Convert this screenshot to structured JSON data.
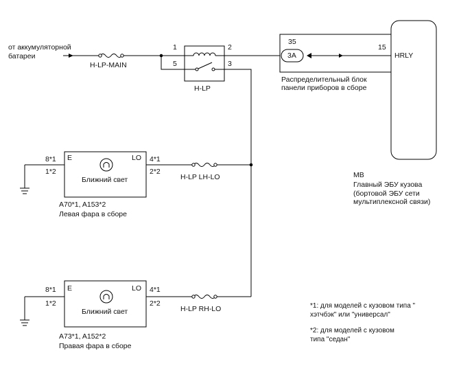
{
  "battery_label_line1": "от аккумуляторной",
  "battery_label_line2": "батареи",
  "fuses": {
    "main": "H-LP-MAIN",
    "lh": "H-LP LH-LO",
    "rh": "H-LP RH-LO"
  },
  "relay": {
    "name": "H-LP",
    "pin1": "1",
    "pin2": "2",
    "pin3": "3",
    "pin5": "5"
  },
  "junction_block": {
    "pin35": "35",
    "connector": "3A",
    "caption_line1": "Распределительный блок",
    "caption_line2": "панели приборов в сборе"
  },
  "ecu": {
    "pin15": "15",
    "signal": "HRLY",
    "code": "MB",
    "caption": "Главный ЭБУ кузова\n(бортовой ЭБУ сети\nмультиплексной связи)"
  },
  "left_headlight": {
    "e_label": "E",
    "lo_label": "LO",
    "pin_e1": "8*1",
    "pin_e2": "1*2",
    "pin_lo1": "4*1",
    "pin_lo2": "2*2",
    "bulb_label": "Ближний свет",
    "code": "A70*1, A153*2",
    "caption": "Левая фара в сборе"
  },
  "right_headlight": {
    "e_label": "E",
    "lo_label": "LO",
    "pin_e1": "8*1",
    "pin_e2": "1*2",
    "pin_lo1": "4*1",
    "pin_lo2": "2*2",
    "bulb_label": "Ближний свет",
    "code": "A73*1, A152*2",
    "caption": "Правая фара в сборе"
  },
  "notes": {
    "note1": "*1: для моделей с кузовом типа \"\nхэтчбэк\" или \"универсал\"",
    "note2": "*2: для моделей с кузовом\nтипа \"седан\""
  }
}
